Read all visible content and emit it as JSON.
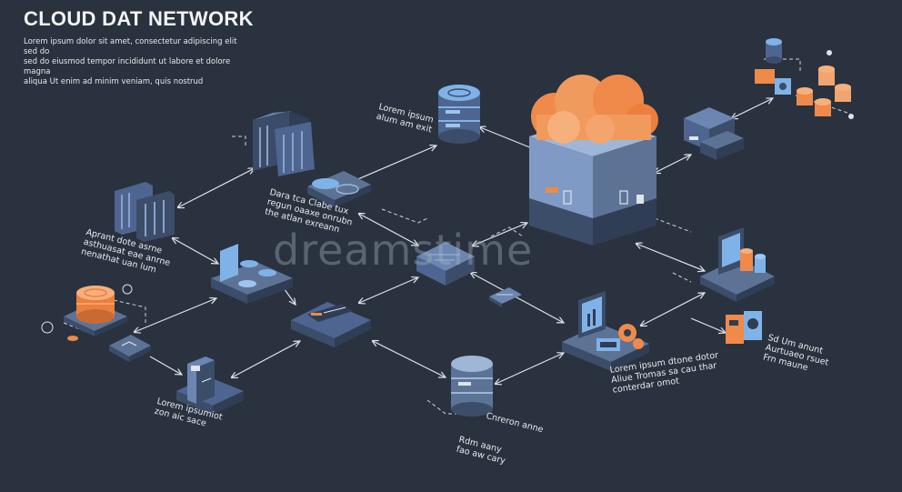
{
  "header": {
    "title": "CLOUD DAT NETWORK",
    "subtitle_lines": [
      "Lorem ipsum dolor sit amet, consectetur adipiscing elit sed do",
      "sed do eiusmod tempor incididunt ut labore et dolore magna",
      "aliqua Ut enim ad minim veniam, quis nostrud"
    ]
  },
  "labels": {
    "database_top": "Lorem ipsum\nalum am exit",
    "data_center": "Dara tca Clabe tux\nregun oaaxe onrubn\nthe atlan exreann",
    "left_servers": "Aprant dote asrne\nasthuasat eae anrne\nnenathat uan lum",
    "bottom_left": "Lorem ipsumiot\nzon aic sace",
    "bottom_db": "Cnreron anne",
    "bottom_db_sub": "Rdm aany\nfao aw cary",
    "right_bottom": "Lorem ipsum dtone dotor\nAliue Tromas sa cau thar\nconterdar omot",
    "far_right": "Sd Um anunt\nAurtuaeo rsuet\nFrn maune"
  },
  "watermark": "dreamstime",
  "colors": {
    "background": "#29323e",
    "node_top": "#5d7396",
    "node_side": "#3c4d6a",
    "accent_orange": "#ef8a4a",
    "accent_blue": "#7fb3e8",
    "line": "#dfe4ea"
  }
}
